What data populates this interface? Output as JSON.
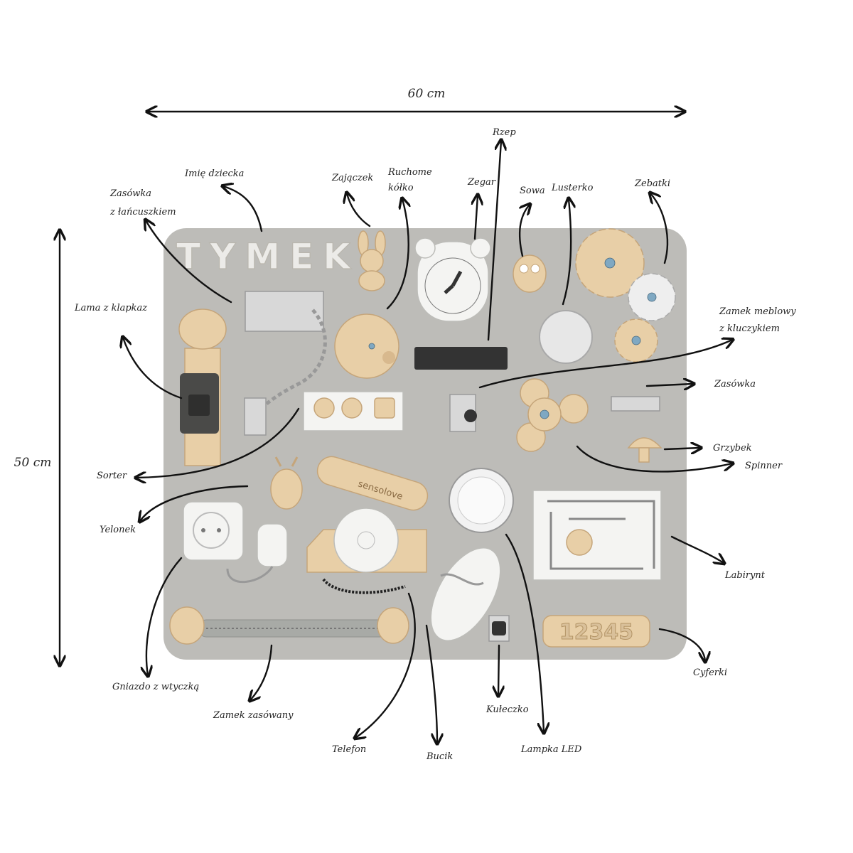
{
  "dimensions": {
    "width_label": "60 cm",
    "height_label": "50 cm"
  },
  "board": {
    "name_plate": "TYMEK",
    "number_plate": "12345",
    "phone_brand": "sensolove"
  },
  "labels": {
    "imie": "Imię dziecka",
    "zasuwka_lancuszek_1": "Zasówka",
    "zasuwka_lancuszek_2": "z łańcuszkiem",
    "zajaczek": "Zajączek",
    "ruchome_1": "Ruchome",
    "ruchome_2": "kółko",
    "zegar": "Zegar",
    "rzep": "Rzep",
    "sowa": "Sowa",
    "lusterko": "Lusterko",
    "zebatki": "Zebatki",
    "lama": "Lama z klapkaz",
    "zamek_meblowy_1": "Zamek meblowy",
    "zamek_meblowy_2": "z kluczykiem",
    "zasowka": "Zasówka",
    "grzybek": "Grzybek",
    "spinner": "Spinner",
    "sorter": "Sorter",
    "yelonek": "Yelonek",
    "labirynt": "Labirynt",
    "gniazdo": "Gniazdo z wtyczką",
    "zamek_zasowany": "Zamek zasówany",
    "telefon": "Telefon",
    "bucik": "Bucik",
    "kuleczko": "Kułeczko",
    "lampka": "Lampka LED",
    "cyferki": "Cyferki"
  },
  "colors": {
    "board": "#bdbcb8",
    "wood": "#e8cfa7",
    "arrow": "#111111"
  }
}
